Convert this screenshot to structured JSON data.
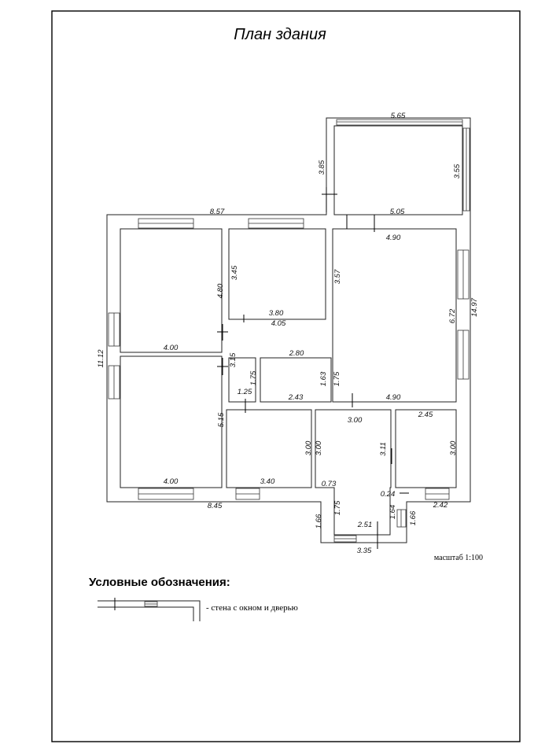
{
  "title": "План здания",
  "scale_label": "масштаб 1:100",
  "legend": {
    "title": "Условные обозначения:",
    "item_text": "- стена с окном и дверью"
  },
  "dimensions": {
    "d_565": "5.65",
    "d_385": "3.85",
    "d_355": "3.55",
    "d_857": "8.57",
    "d_505": "5.05",
    "d_490a": "4.90",
    "d_345": "3.45",
    "d_480": "4.80",
    "d_357": "3.57",
    "d_380": "3.80",
    "d_405": "4.05",
    "d_672": "6.72",
    "d_1497": "14.97",
    "d_1112": "11.12",
    "d_400a": "4.00",
    "d_315": "3.15",
    "d_280": "2.80",
    "d_175a": "1.75",
    "d_163": "1.63",
    "d_175b": "1.75",
    "d_125": "1.25",
    "d_243": "2.43",
    "d_490b": "4.90",
    "d_300a": "3.00",
    "d_245": "2.45",
    "d_515": "5.15",
    "d_300b": "3.00",
    "d_300c": "3.00",
    "d_311": "3.11",
    "d_300d": "3.00",
    "d_400b": "4.00",
    "d_340": "3.40",
    "d_073": "0.73",
    "d_024": "0.24",
    "d_242": "2.42",
    "d_845": "8.45",
    "d_175c": "1.75",
    "d_166a": "1.66",
    "d_164": "1.64",
    "d_166b": "1.66",
    "d_251": "2.51",
    "d_335": "3.35"
  }
}
